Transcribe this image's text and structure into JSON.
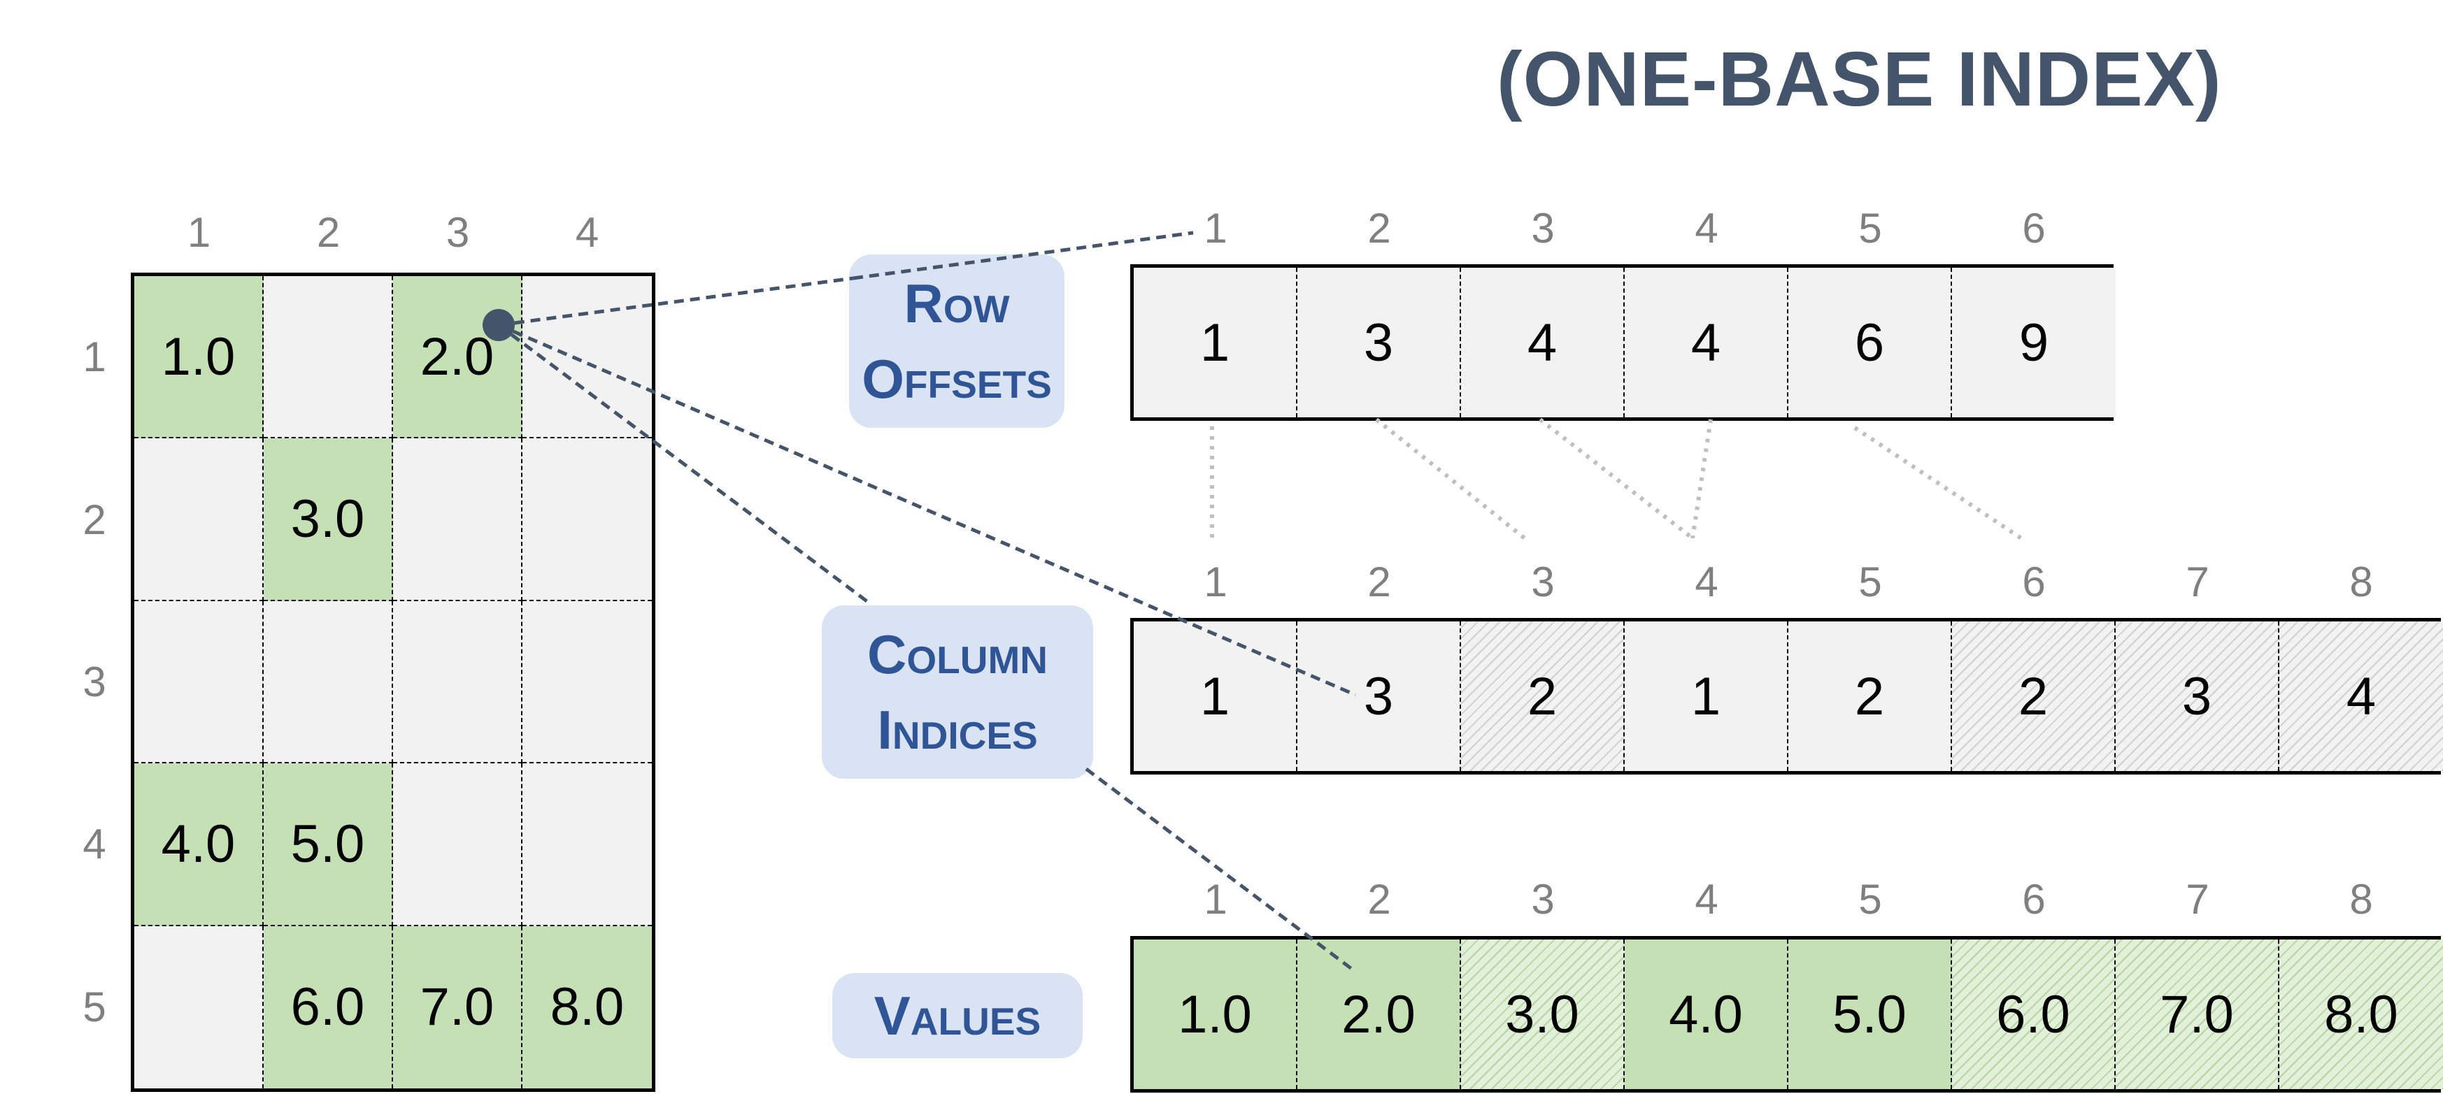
{
  "title": "(ONE-BASE INDEX)",
  "matrix": {
    "col_indices": [
      "1",
      "2",
      "3",
      "4"
    ],
    "row_indices": [
      "1",
      "2",
      "3",
      "4",
      "5"
    ],
    "cells": [
      [
        "1.0",
        "",
        "2.0",
        ""
      ],
      [
        "",
        "3.0",
        "",
        ""
      ],
      [
        "",
        "",
        "",
        ""
      ],
      [
        "4.0",
        "5.0",
        "",
        ""
      ],
      [
        "",
        "6.0",
        "7.0",
        "8.0"
      ]
    ]
  },
  "labels": {
    "row_offsets": [
      "Row",
      "Offsets"
    ],
    "column_indices": [
      "Column",
      "Indices"
    ],
    "values": [
      "Values"
    ]
  },
  "row_offsets": {
    "indices": [
      "1",
      "2",
      "3",
      "4",
      "5",
      "6"
    ],
    "values": [
      "1",
      "3",
      "4",
      "4",
      "6",
      "9"
    ]
  },
  "column_indices": {
    "indices": [
      "1",
      "2",
      "3",
      "4",
      "5",
      "6",
      "7",
      "8"
    ],
    "values": [
      "1",
      "3",
      "2",
      "1",
      "2",
      "2",
      "3",
      "4"
    ]
  },
  "values": {
    "indices": [
      "1",
      "2",
      "3",
      "4",
      "5",
      "6",
      "7",
      "8"
    ],
    "values": [
      "1.0",
      "2.0",
      "3.0",
      "4.0",
      "5.0",
      "6.0",
      "7.0",
      "8.0"
    ]
  },
  "colors": {
    "nonzero_fill": "#c5e0b4",
    "empty_fill": "#f2f2f2",
    "label_fill": "#dae3f3",
    "label_text": "#2f5597",
    "connector": "#44546a",
    "offset_connector": "#bfbfbf"
  }
}
